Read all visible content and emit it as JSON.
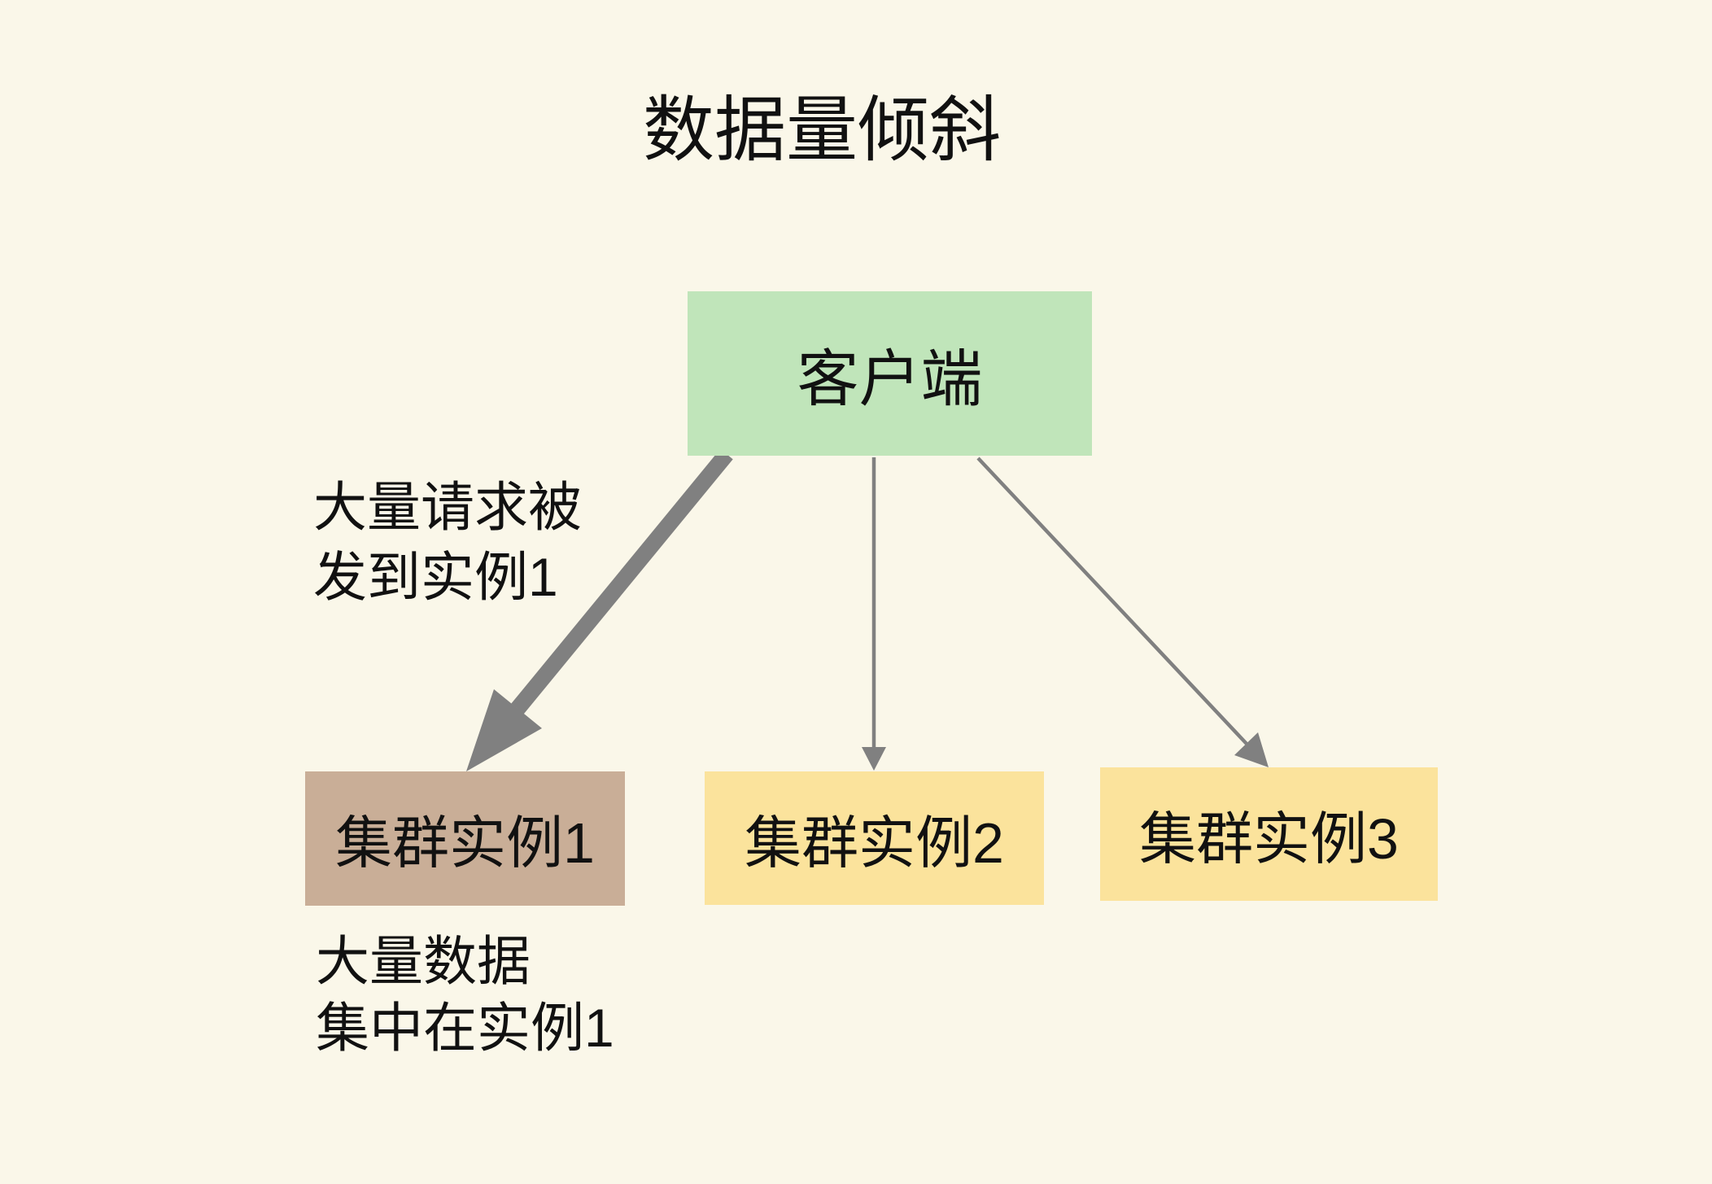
{
  "title": "数据量倾斜",
  "colors": {
    "background": "#faf7e9",
    "client_box": "#c0e5ba",
    "instance1_box": "#c9ae97",
    "instance_box": "#fbe39c",
    "arrow": "#808080",
    "text": "#111111"
  },
  "nodes": {
    "client": {
      "label": "客户端"
    },
    "instance1": {
      "label": "集群实例1"
    },
    "instance2": {
      "label": "集群实例2"
    },
    "instance3": {
      "label": "集群实例3"
    }
  },
  "annotations": {
    "requests": {
      "line1": "大量请求被",
      "line2": "发到实例1"
    },
    "data": {
      "line1": "大量数据",
      "line2": "集中在实例1"
    }
  },
  "edges": [
    {
      "from": "client",
      "to": "instance1",
      "style": "thick"
    },
    {
      "from": "client",
      "to": "instance2",
      "style": "thin"
    },
    {
      "from": "client",
      "to": "instance3",
      "style": "thin"
    }
  ]
}
